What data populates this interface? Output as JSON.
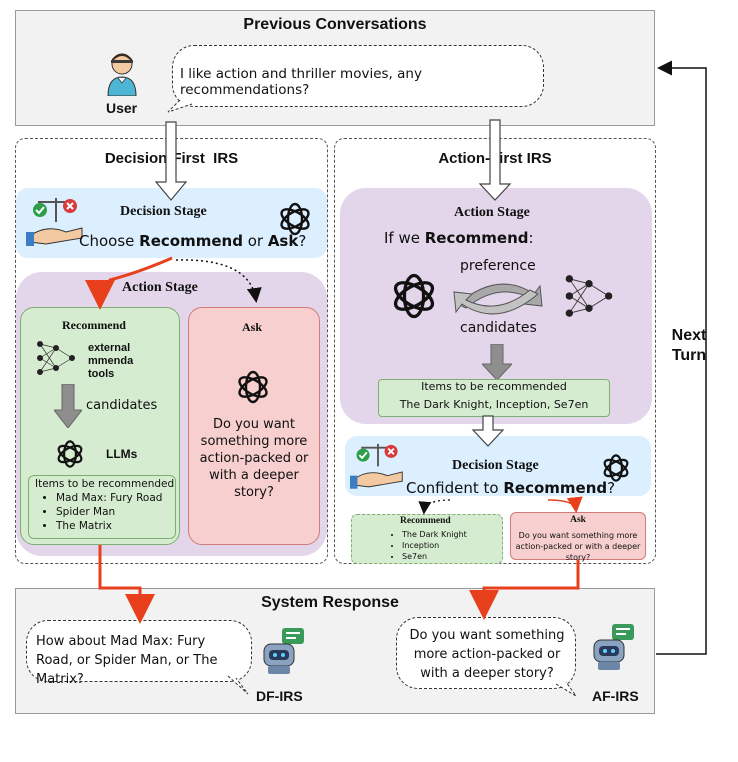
{
  "top": {
    "title": "Previous Conversations",
    "user_label": "User",
    "user_message": "I like action and thriller movies, any recommendations?"
  },
  "df": {
    "title": "Decision-First  IRS",
    "decision_title": "Decision Stage",
    "decision_pre": "Choose ",
    "decision_bold1": "Recommend",
    "decision_mid": " or ",
    "decision_bold2": "Ask",
    "decision_post": "?",
    "action_title": "Action Stage",
    "recommend_title": "Recommend",
    "tools_label": "external\nmmenda\ntools",
    "candidates_label": "candidates",
    "llms_label": "LLMs",
    "items_title": "Items to be recommended",
    "items": [
      "Mad Max: Fury Road",
      "Spider Man",
      "The Matrix"
    ],
    "ask_title": "Ask",
    "ask_text": "Do you want something more action-packed or with a deeper story?"
  },
  "af": {
    "title": "Action-First IRS",
    "action_title": "Action Stage",
    "if_pre": "If we ",
    "if_bold": "Recommend",
    "if_post": ":",
    "preference_label": "preference",
    "candidates_label": "candidates",
    "items_title": "Items to be recommended",
    "items_line": "The Dark Knight, Inception, Se7en",
    "decision_title": "Decision Stage",
    "decision_pre": "Confident to ",
    "decision_bold": "Recommend",
    "decision_post": "?",
    "recommend_title": "Recommend",
    "recommend_items": [
      "The Dark Knight",
      "Inception",
      "Se7en"
    ],
    "ask_title": "Ask",
    "ask_text": "Do you want something more action-packed or with a deeper story?"
  },
  "bottom": {
    "title": "System Response",
    "df_message": "How about Mad Max: Fury Road, or Spider Man, or The Matrix?",
    "df_label": "DF-IRS",
    "af_message": "Do you want something more action-packed or with a deeper story?",
    "af_label": "AF-IRS"
  },
  "next_turn": "Next\nTurn",
  "colors": {
    "red_arrow": "#e8401c",
    "blue_stage": "#dcefff",
    "purple_stage": "#e3d5ea",
    "green_box": "#d6ecd0",
    "red_box": "#f7cfcf"
  }
}
